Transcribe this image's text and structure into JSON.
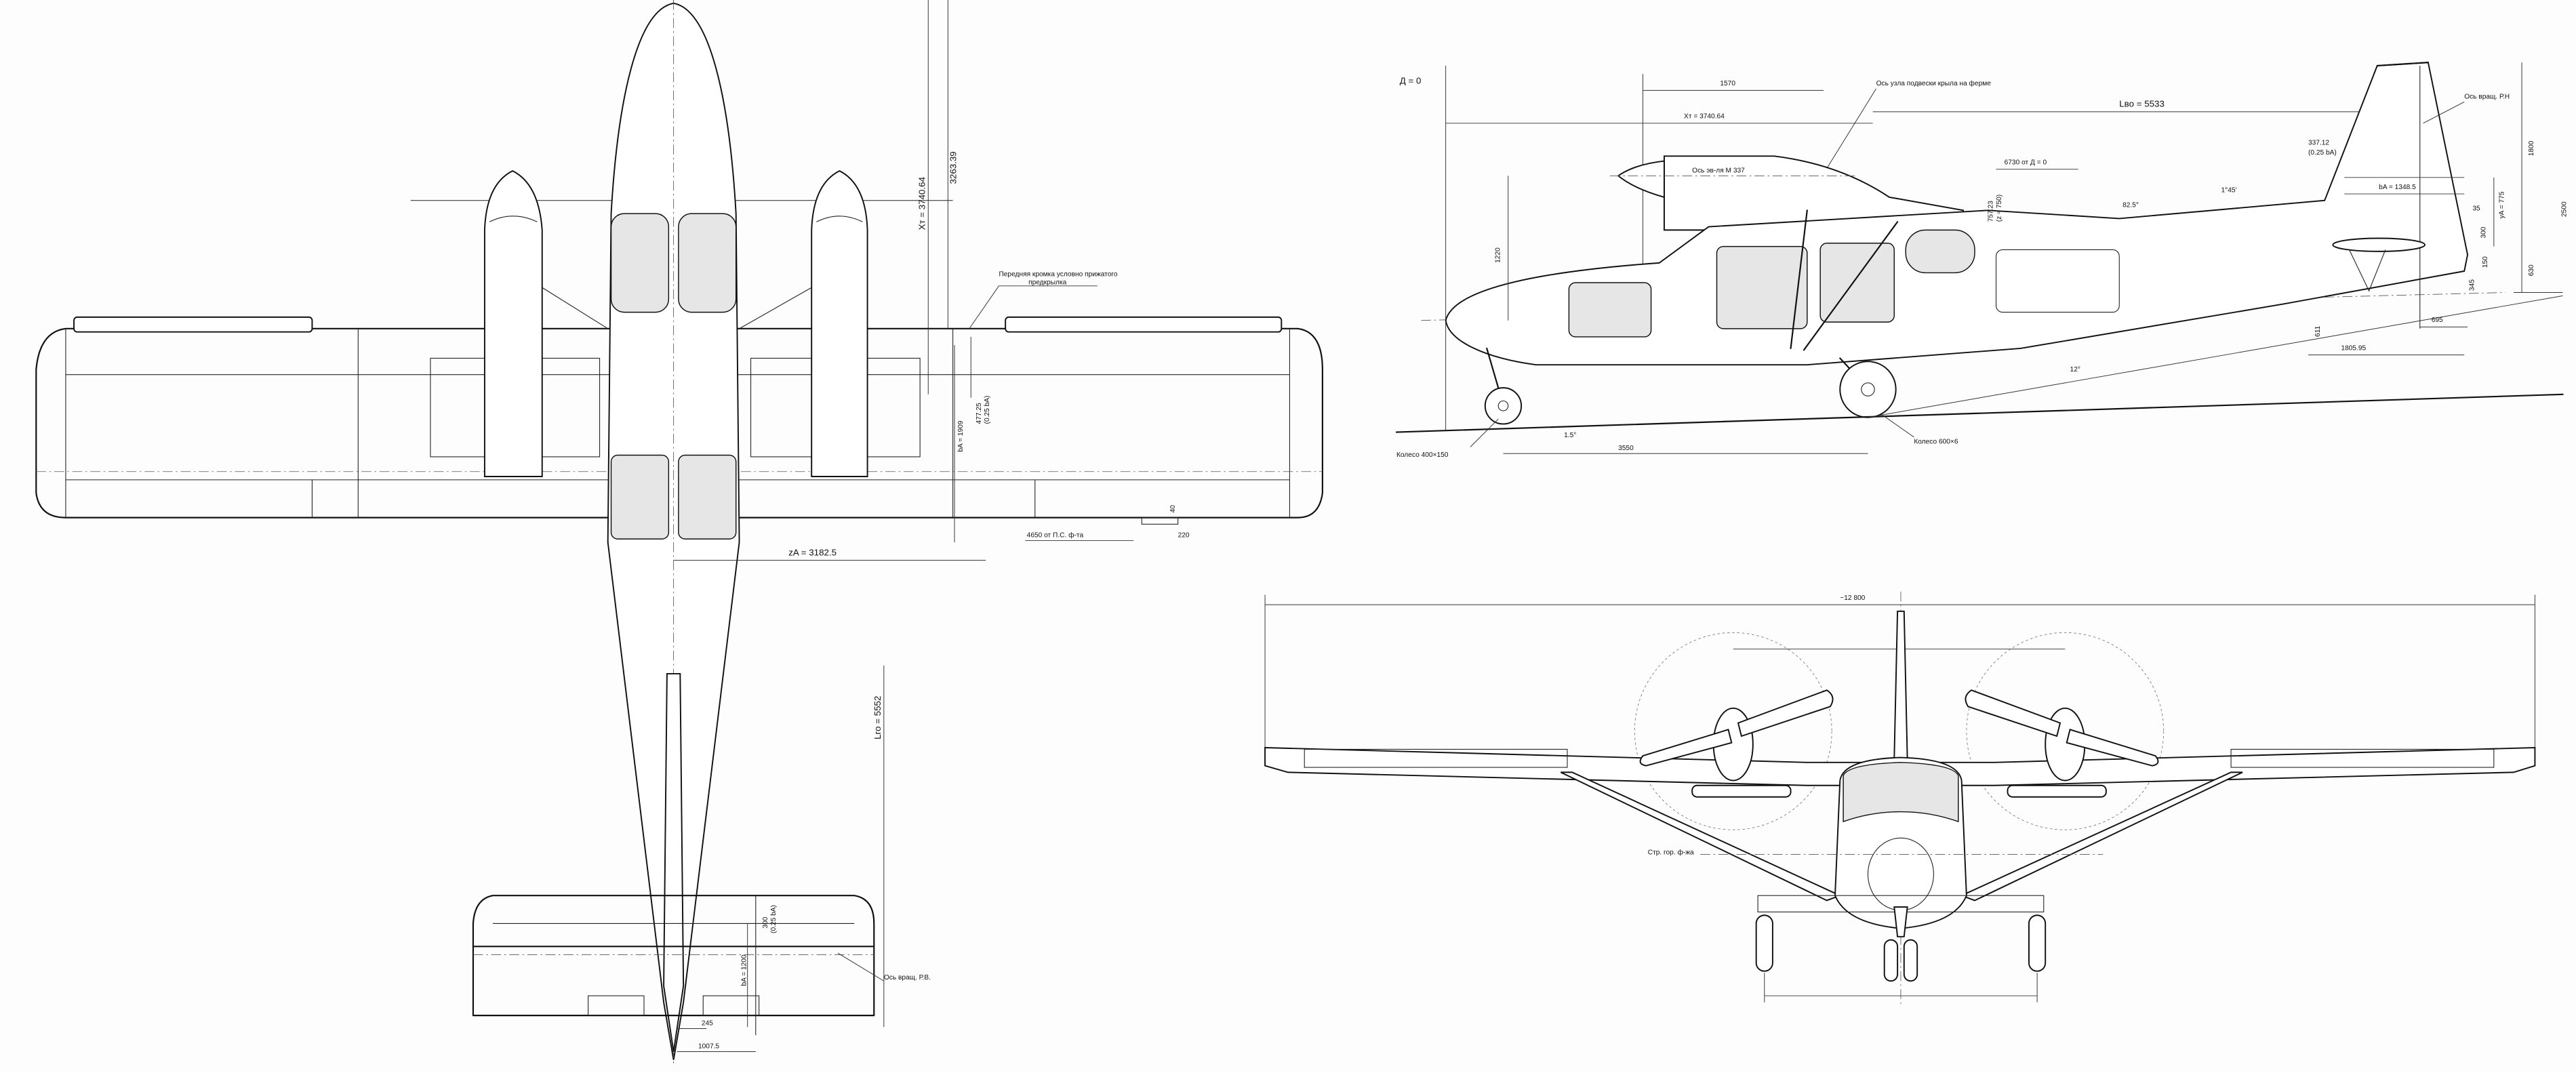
{
  "top_view": {
    "xt": "Xт = 3740.64",
    "d3263": "3263.39",
    "slat_note_1": "Передняя кромка условно прижатого",
    "slat_note_2": "предкрылка",
    "ba_wing": "bA = 1909",
    "mac_quarter": "477.25",
    "mac_quarter_sub": "(0.25 bA)",
    "flap_pos": "4650 от П.С. ф-та",
    "d220": "220",
    "d40": "40",
    "za": "zA = 3182.5",
    "lgo": "Lго = 5552",
    "tail_q": "300",
    "tail_q_sub": "(0.25 bA)",
    "ba_tail": "bA = 1200",
    "d245": "245",
    "d1007": "1007.5",
    "elev_axis": "Ось вращ. Р.В."
  },
  "side_view": {
    "datum": "Д = 0",
    "d1570": "1570",
    "xt": "Xт = 3740.64",
    "wing_node_axis": "Ось узла подвески крыла на ферме",
    "lvo": "Lво = 5533",
    "engine_axis": "Ось эв-ля М 337",
    "d6730": "6730 от Д = 0",
    "d757": "757.23",
    "d757_sub": "(z = 750)",
    "angle_825": "82.5°",
    "angle_145": "1°45′",
    "fin_q": "337.12",
    "fin_q_sub": "(0.25 bA)",
    "ba_fin": "bA = 1348.5",
    "d1800": "1800",
    "d3500": "2500",
    "ya": "yA = 775",
    "d35": "35",
    "d300": "300",
    "d150": "150",
    "d345": "345",
    "d630": "630",
    "rudder_axis": "Ось вращ. Р.Н",
    "d695": "695",
    "d1805": "1805.95",
    "d611": "611",
    "angle_12": "12°",
    "d1220": "1220",
    "angle_15": "1.5°",
    "d3550": "3550",
    "nose_wheel": "Колесо 400×150",
    "main_wheel": "Колесо 600×6"
  },
  "front_view": {
    "span": "~12 800",
    "fuselage_line": "Стр. гор. ф-жа"
  }
}
